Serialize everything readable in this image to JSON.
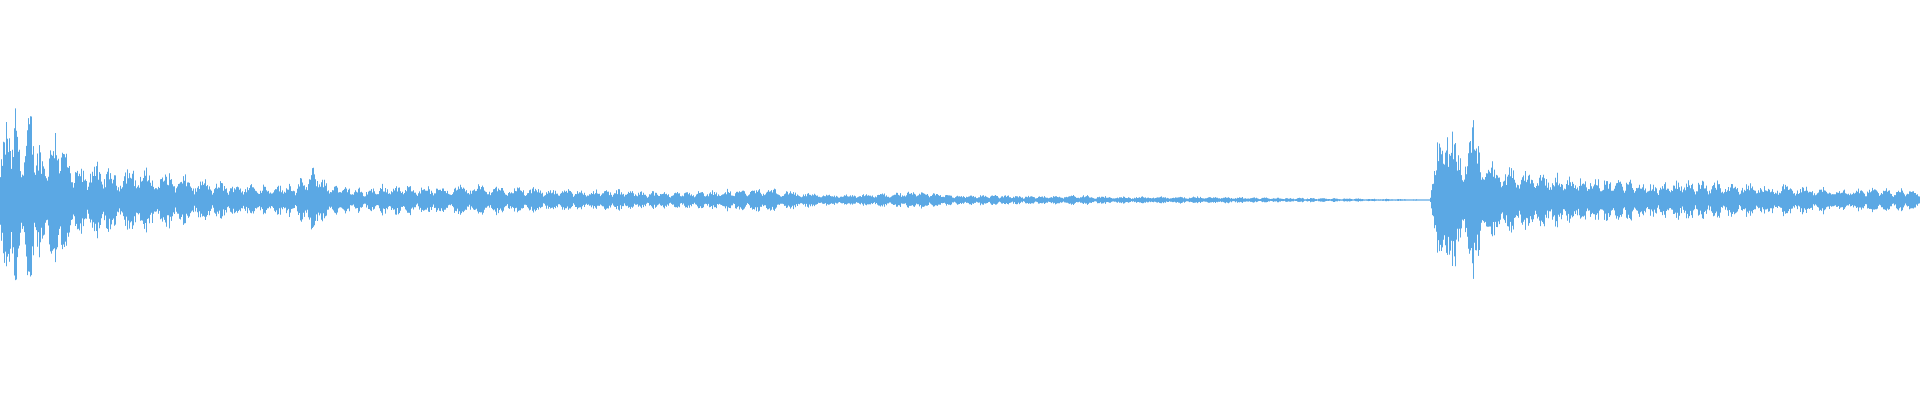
{
  "waveform": {
    "color": "#5BA8E4",
    "background": "#FFFFFF",
    "envelope_peaks": [
      [
        0.0,
        0.35
      ],
      [
        0.004,
        0.45
      ],
      [
        0.008,
        0.58
      ],
      [
        0.01,
        0.3
      ],
      [
        0.016,
        0.52
      ],
      [
        0.022,
        0.25
      ],
      [
        0.03,
        0.48
      ],
      [
        0.036,
        0.22
      ],
      [
        0.042,
        0.18
      ],
      [
        0.05,
        0.22
      ],
      [
        0.06,
        0.16
      ],
      [
        0.07,
        0.2
      ],
      [
        0.08,
        0.15
      ],
      [
        0.09,
        0.16
      ],
      [
        0.1,
        0.12
      ],
      [
        0.12,
        0.1
      ],
      [
        0.14,
        0.09
      ],
      [
        0.155,
        0.1
      ],
      [
        0.165,
        0.2
      ],
      [
        0.17,
        0.1
      ],
      [
        0.19,
        0.06
      ],
      [
        0.2,
        0.09
      ],
      [
        0.23,
        0.08
      ],
      [
        0.25,
        0.09
      ],
      [
        0.28,
        0.07
      ],
      [
        0.3,
        0.06
      ],
      [
        0.32,
        0.06
      ],
      [
        0.34,
        0.05
      ],
      [
        0.36,
        0.05
      ],
      [
        0.38,
        0.06
      ],
      [
        0.4,
        0.07
      ],
      [
        0.42,
        0.04
      ],
      [
        0.44,
        0.03
      ],
      [
        0.46,
        0.04
      ],
      [
        0.48,
        0.05
      ],
      [
        0.5,
        0.03
      ],
      [
        0.52,
        0.03
      ],
      [
        0.54,
        0.025
      ],
      [
        0.56,
        0.03
      ],
      [
        0.58,
        0.02
      ],
      [
        0.6,
        0.02
      ],
      [
        0.63,
        0.02
      ],
      [
        0.66,
        0.015
      ],
      [
        0.7,
        0.01
      ],
      [
        0.73,
        0.006
      ],
      [
        0.745,
        0.003
      ],
      [
        0.748,
        0.28
      ],
      [
        0.752,
        0.58
      ],
      [
        0.756,
        0.4
      ],
      [
        0.762,
        0.3
      ],
      [
        0.768,
        0.45
      ],
      [
        0.776,
        0.22
      ],
      [
        0.782,
        0.2
      ],
      [
        0.79,
        0.18
      ],
      [
        0.8,
        0.16
      ],
      [
        0.82,
        0.14
      ],
      [
        0.84,
        0.13
      ],
      [
        0.86,
        0.1
      ],
      [
        0.88,
        0.12
      ],
      [
        0.9,
        0.1
      ],
      [
        0.92,
        0.09
      ],
      [
        0.94,
        0.08
      ],
      [
        0.96,
        0.07
      ],
      [
        0.98,
        0.07
      ],
      [
        1.0,
        0.06
      ]
    ]
  }
}
